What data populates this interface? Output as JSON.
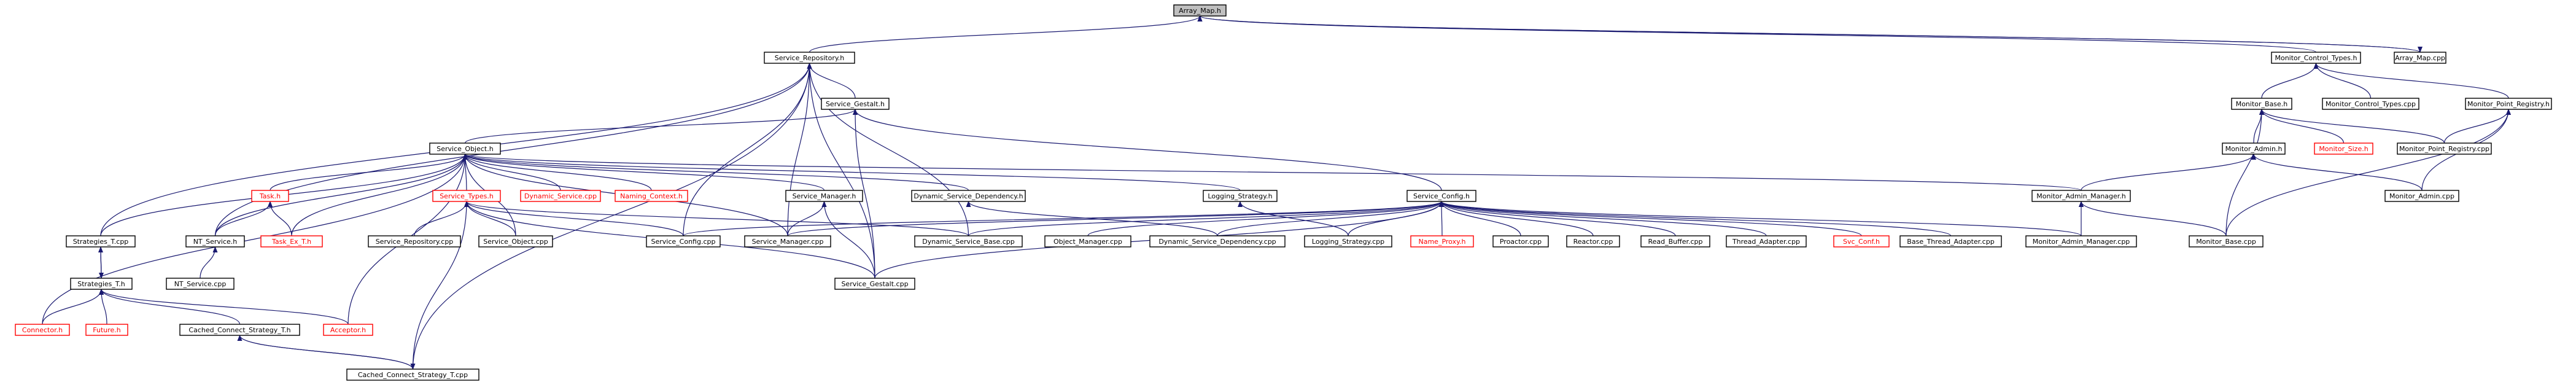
{
  "diagram": {
    "colors": {
      "edge": "#191970",
      "root_fill": "#bfbfbf",
      "node_border": "#000000",
      "external_text": "#ff0000"
    },
    "nodes": [
      {
        "id": "Array_Map_h",
        "label": "Array_Map.h",
        "root": true
      },
      {
        "id": "Service_Repository_h",
        "label": "Service_Repository.h"
      },
      {
        "id": "Monitor_Control_Types_h",
        "label": "Monitor_Control_Types.h"
      },
      {
        "id": "Array_Map_cpp",
        "label": "Array_Map.cpp"
      },
      {
        "id": "Service_Gestalt_h",
        "label": "Service_Gestalt.h"
      },
      {
        "id": "Monitor_Base_h",
        "label": "Monitor_Base.h"
      },
      {
        "id": "Monitor_Control_Types_cpp",
        "label": "Monitor_Control_Types.cpp"
      },
      {
        "id": "Monitor_Point_Registry_h",
        "label": "Monitor_Point_Registry.h"
      },
      {
        "id": "Service_Object_h",
        "label": "Service_Object.h"
      },
      {
        "id": "Monitor_Admin_h",
        "label": "Monitor_Admin.h"
      },
      {
        "id": "Monitor_Size_h",
        "label": "Monitor_Size.h",
        "red": true
      },
      {
        "id": "Monitor_Point_Registry_cpp",
        "label": "Monitor_Point_Registry.cpp"
      },
      {
        "id": "Task_h",
        "label": "Task.h",
        "red": true
      },
      {
        "id": "Service_Types_h",
        "label": "Service_Types.h",
        "red": true
      },
      {
        "id": "Dynamic_Service_cpp",
        "label": "Dynamic_Service.cpp",
        "red": true
      },
      {
        "id": "Naming_Context_h",
        "label": "Naming_Context.h",
        "red": true
      },
      {
        "id": "Service_Manager_h",
        "label": "Service_Manager.h"
      },
      {
        "id": "Dynamic_Service_Dependency_h",
        "label": "Dynamic_Service_Dependency.h"
      },
      {
        "id": "Logging_Strategy_h",
        "label": "Logging_Strategy.h"
      },
      {
        "id": "Service_Config_h",
        "label": "Service_Config.h"
      },
      {
        "id": "Monitor_Admin_Manager_h",
        "label": "Monitor_Admin_Manager.h"
      },
      {
        "id": "Monitor_Admin_cpp",
        "label": "Monitor_Admin.cpp"
      },
      {
        "id": "Strategies_T_cpp",
        "label": "Strategies_T.cpp"
      },
      {
        "id": "NT_Service_h",
        "label": "NT_Service.h"
      },
      {
        "id": "Task_Ex_T_h",
        "label": "Task_Ex_T.h",
        "red": true
      },
      {
        "id": "Service_Repository_cpp",
        "label": "Service_Repository.cpp"
      },
      {
        "id": "Service_Object_cpp",
        "label": "Service_Object.cpp"
      },
      {
        "id": "Service_Config_cpp",
        "label": "Service_Config.cpp"
      },
      {
        "id": "Service_Manager_cpp",
        "label": "Service_Manager.cpp"
      },
      {
        "id": "Dynamic_Service_Base_cpp",
        "label": "Dynamic_Service_Base.cpp"
      },
      {
        "id": "Object_Manager_cpp",
        "label": "Object_Manager.cpp"
      },
      {
        "id": "Dynamic_Service_Dependency_cpp",
        "label": "Dynamic_Service_Dependency.cpp"
      },
      {
        "id": "Logging_Strategy_cpp",
        "label": "Logging_Strategy.cpp"
      },
      {
        "id": "Name_Proxy_h",
        "label": "Name_Proxy.h",
        "red": true
      },
      {
        "id": "Proactor_cpp",
        "label": "Proactor.cpp"
      },
      {
        "id": "Reactor_cpp",
        "label": "Reactor.cpp"
      },
      {
        "id": "Read_Buffer_cpp",
        "label": "Read_Buffer.cpp"
      },
      {
        "id": "Thread_Adapter_cpp",
        "label": "Thread_Adapter.cpp"
      },
      {
        "id": "Svc_Conf_h",
        "label": "Svc_Conf.h",
        "red": true
      },
      {
        "id": "Base_Thread_Adapter_cpp",
        "label": "Base_Thread_Adapter.cpp"
      },
      {
        "id": "Monitor_Admin_Manager_cpp",
        "label": "Monitor_Admin_Manager.cpp"
      },
      {
        "id": "Monitor_Base_cpp",
        "label": "Monitor_Base.cpp"
      },
      {
        "id": "Strategies_T_h",
        "label": "Strategies_T.h"
      },
      {
        "id": "NT_Service_cpp",
        "label": "NT_Service.cpp"
      },
      {
        "id": "Service_Gestalt_cpp",
        "label": "Service_Gestalt.cpp"
      },
      {
        "id": "Connector_h",
        "label": "Connector.h",
        "red": true
      },
      {
        "id": "Future_h",
        "label": "Future.h",
        "red": true
      },
      {
        "id": "Cached_Connect_Strategy_T_h",
        "label": "Cached_Connect_Strategy_T.h"
      },
      {
        "id": "Acceptor_h",
        "label": "Acceptor.h",
        "red": true
      },
      {
        "id": "Cached_Connect_Strategy_T_cpp",
        "label": "Cached_Connect_Strategy_T.cpp"
      }
    ],
    "edges": [
      [
        "Service_Repository_h",
        "Array_Map_h"
      ],
      [
        "Monitor_Control_Types_h",
        "Array_Map_h"
      ],
      [
        "Array_Map_cpp",
        "Array_Map_h"
      ],
      [
        "Array_Map_h",
        "Array_Map_cpp"
      ],
      [
        "Monitor_Base_h",
        "Monitor_Control_Types_h"
      ],
      [
        "Monitor_Control_Types_cpp",
        "Monitor_Control_Types_h"
      ],
      [
        "Monitor_Point_Registry_h",
        "Monitor_Control_Types_h"
      ],
      [
        "Service_Gestalt_h",
        "Service_Repository_h"
      ],
      [
        "Strategies_T_cpp",
        "Service_Repository_h"
      ],
      [
        "NT_Service_h",
        "Service_Repository_h"
      ],
      [
        "Service_Config_cpp",
        "Service_Repository_h"
      ],
      [
        "Service_Manager_cpp",
        "Service_Repository_h"
      ],
      [
        "Dynamic_Service_Base_cpp",
        "Service_Repository_h"
      ],
      [
        "Service_Gestalt_cpp",
        "Service_Repository_h"
      ],
      [
        "Cached_Connect_Strategy_T_cpp",
        "Service_Repository_h"
      ],
      [
        "Service_Object_h",
        "Service_Gestalt_h"
      ],
      [
        "Service_Config_h",
        "Service_Gestalt_h"
      ],
      [
        "Service_Gestalt_cpp",
        "Service_Gestalt_h"
      ],
      [
        "Monitor_Admin_h",
        "Monitor_Base_h"
      ],
      [
        "Monitor_Size_h",
        "Monitor_Base_h"
      ],
      [
        "Monitor_Point_Registry_cpp",
        "Monitor_Base_h"
      ],
      [
        "Monitor_Base_cpp",
        "Monitor_Base_h"
      ],
      [
        "Monitor_Point_Registry_cpp",
        "Monitor_Point_Registry_h"
      ],
      [
        "Monitor_Admin_cpp",
        "Monitor_Point_Registry_h"
      ],
      [
        "Monitor_Base_cpp",
        "Monitor_Point_Registry_h"
      ],
      [
        "Monitor_Admin_Manager_h",
        "Monitor_Admin_h"
      ],
      [
        "Monitor_Admin_cpp",
        "Monitor_Admin_h"
      ],
      [
        "Task_h",
        "Service_Object_h"
      ],
      [
        "Service_Types_h",
        "Service_Object_h"
      ],
      [
        "Dynamic_Service_cpp",
        "Service_Object_h"
      ],
      [
        "Naming_Context_h",
        "Service_Object_h"
      ],
      [
        "Service_Manager_h",
        "Service_Object_h"
      ],
      [
        "Dynamic_Service_Dependency_h",
        "Service_Object_h"
      ],
      [
        "Logging_Strategy_h",
        "Service_Object_h"
      ],
      [
        "Monitor_Admin_Manager_h",
        "Service_Object_h"
      ],
      [
        "Strategies_T_cpp",
        "Service_Object_h"
      ],
      [
        "NT_Service_h",
        "Service_Object_h"
      ],
      [
        "Task_Ex_T_h",
        "Service_Object_h"
      ],
      [
        "Service_Object_cpp",
        "Service_Object_h"
      ],
      [
        "Connector_h",
        "Service_Object_h"
      ],
      [
        "Acceptor_h",
        "Service_Object_h"
      ],
      [
        "Service_Manager_cpp",
        "Service_Object_h"
      ],
      [
        "NT_Service_h",
        "Task_h"
      ],
      [
        "Task_Ex_T_h",
        "Task_h"
      ],
      [
        "Service_Repository_cpp",
        "Service_Types_h"
      ],
      [
        "Service_Object_cpp",
        "Service_Types_h"
      ],
      [
        "Service_Config_cpp",
        "Service_Types_h"
      ],
      [
        "Dynamic_Service_Base_cpp",
        "Service_Types_h"
      ],
      [
        "Service_Gestalt_cpp",
        "Service_Types_h"
      ],
      [
        "Cached_Connect_Strategy_T_cpp",
        "Service_Types_h"
      ],
      [
        "Service_Manager_cpp",
        "Service_Manager_h"
      ],
      [
        "Service_Gestalt_cpp",
        "Service_Manager_h"
      ],
      [
        "Dynamic_Service_Dependency_cpp",
        "Dynamic_Service_Dependency_h"
      ],
      [
        "Logging_Strategy_cpp",
        "Logging_Strategy_h"
      ],
      [
        "Service_Config_cpp",
        "Service_Config_h"
      ],
      [
        "Service_Manager_cpp",
        "Service_Config_h"
      ],
      [
        "Dynamic_Service_Base_cpp",
        "Service_Config_h"
      ],
      [
        "Object_Manager_cpp",
        "Service_Config_h"
      ],
      [
        "Dynamic_Service_Dependency_cpp",
        "Service_Config_h"
      ],
      [
        "Logging_Strategy_cpp",
        "Service_Config_h"
      ],
      [
        "Name_Proxy_h",
        "Service_Config_h"
      ],
      [
        "Proactor_cpp",
        "Service_Config_h"
      ],
      [
        "Reactor_cpp",
        "Service_Config_h"
      ],
      [
        "Read_Buffer_cpp",
        "Service_Config_h"
      ],
      [
        "Thread_Adapter_cpp",
        "Service_Config_h"
      ],
      [
        "Svc_Conf_h",
        "Service_Config_h"
      ],
      [
        "Base_Thread_Adapter_cpp",
        "Service_Config_h"
      ],
      [
        "Monitor_Admin_Manager_cpp",
        "Service_Config_h"
      ],
      [
        "Service_Gestalt_cpp",
        "Service_Config_h"
      ],
      [
        "Monitor_Admin_Manager_cpp",
        "Monitor_Admin_Manager_h"
      ],
      [
        "Monitor_Base_cpp",
        "Monitor_Admin_Manager_h"
      ],
      [
        "Strategies_T_h",
        "Strategies_T_cpp"
      ],
      [
        "Strategies_T_cpp",
        "Strategies_T_h"
      ],
      [
        "NT_Service_cpp",
        "NT_Service_h"
      ],
      [
        "Connector_h",
        "Strategies_T_h"
      ],
      [
        "Future_h",
        "Strategies_T_h"
      ],
      [
        "Cached_Connect_Strategy_T_h",
        "Strategies_T_h"
      ],
      [
        "Acceptor_h",
        "Strategies_T_h"
      ],
      [
        "Cached_Connect_Strategy_T_cpp",
        "Cached_Connect_Strategy_T_h"
      ],
      [
        "Cached_Connect_Strategy_T_h",
        "Cached_Connect_Strategy_T_cpp"
      ]
    ]
  }
}
